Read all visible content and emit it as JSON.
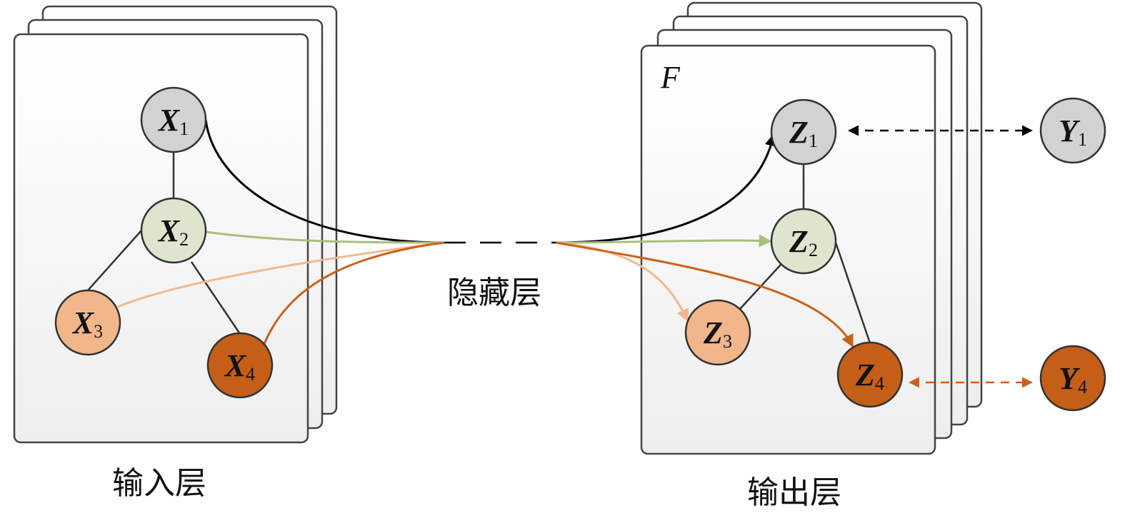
{
  "labels": {
    "input_layer": "输入层",
    "hidden_layer": "隐藏层",
    "output_layer": "输出层",
    "function": "F"
  },
  "nodes": {
    "x1": {
      "main": "X",
      "sub": "1",
      "fill": "#d2d2d2"
    },
    "x2": {
      "main": "X",
      "sub": "2",
      "fill": "#dde6cd"
    },
    "x3": {
      "main": "X",
      "sub": "3",
      "fill": "#f2b68b"
    },
    "x4": {
      "main": "X",
      "sub": "4",
      "fill": "#c55e16"
    },
    "z1": {
      "main": "Z",
      "sub": "1",
      "fill": "#d2d2d2"
    },
    "z2": {
      "main": "Z",
      "sub": "2",
      "fill": "#dde6cd"
    },
    "z3": {
      "main": "Z",
      "sub": "3",
      "fill": "#f2b68b"
    },
    "z4": {
      "main": "Z",
      "sub": "4",
      "fill": "#c55e16"
    },
    "y1": {
      "main": "Y",
      "sub": "1",
      "fill": "#d2d2d2"
    },
    "y4": {
      "main": "Y",
      "sub": "4",
      "fill": "#c55e16"
    }
  },
  "colors": {
    "black": "#000000",
    "green": "#a9be7e",
    "light_orange": "#f3b88f",
    "dark_orange": "#c9621a",
    "card_border": "#444444",
    "edge": "#333333"
  }
}
